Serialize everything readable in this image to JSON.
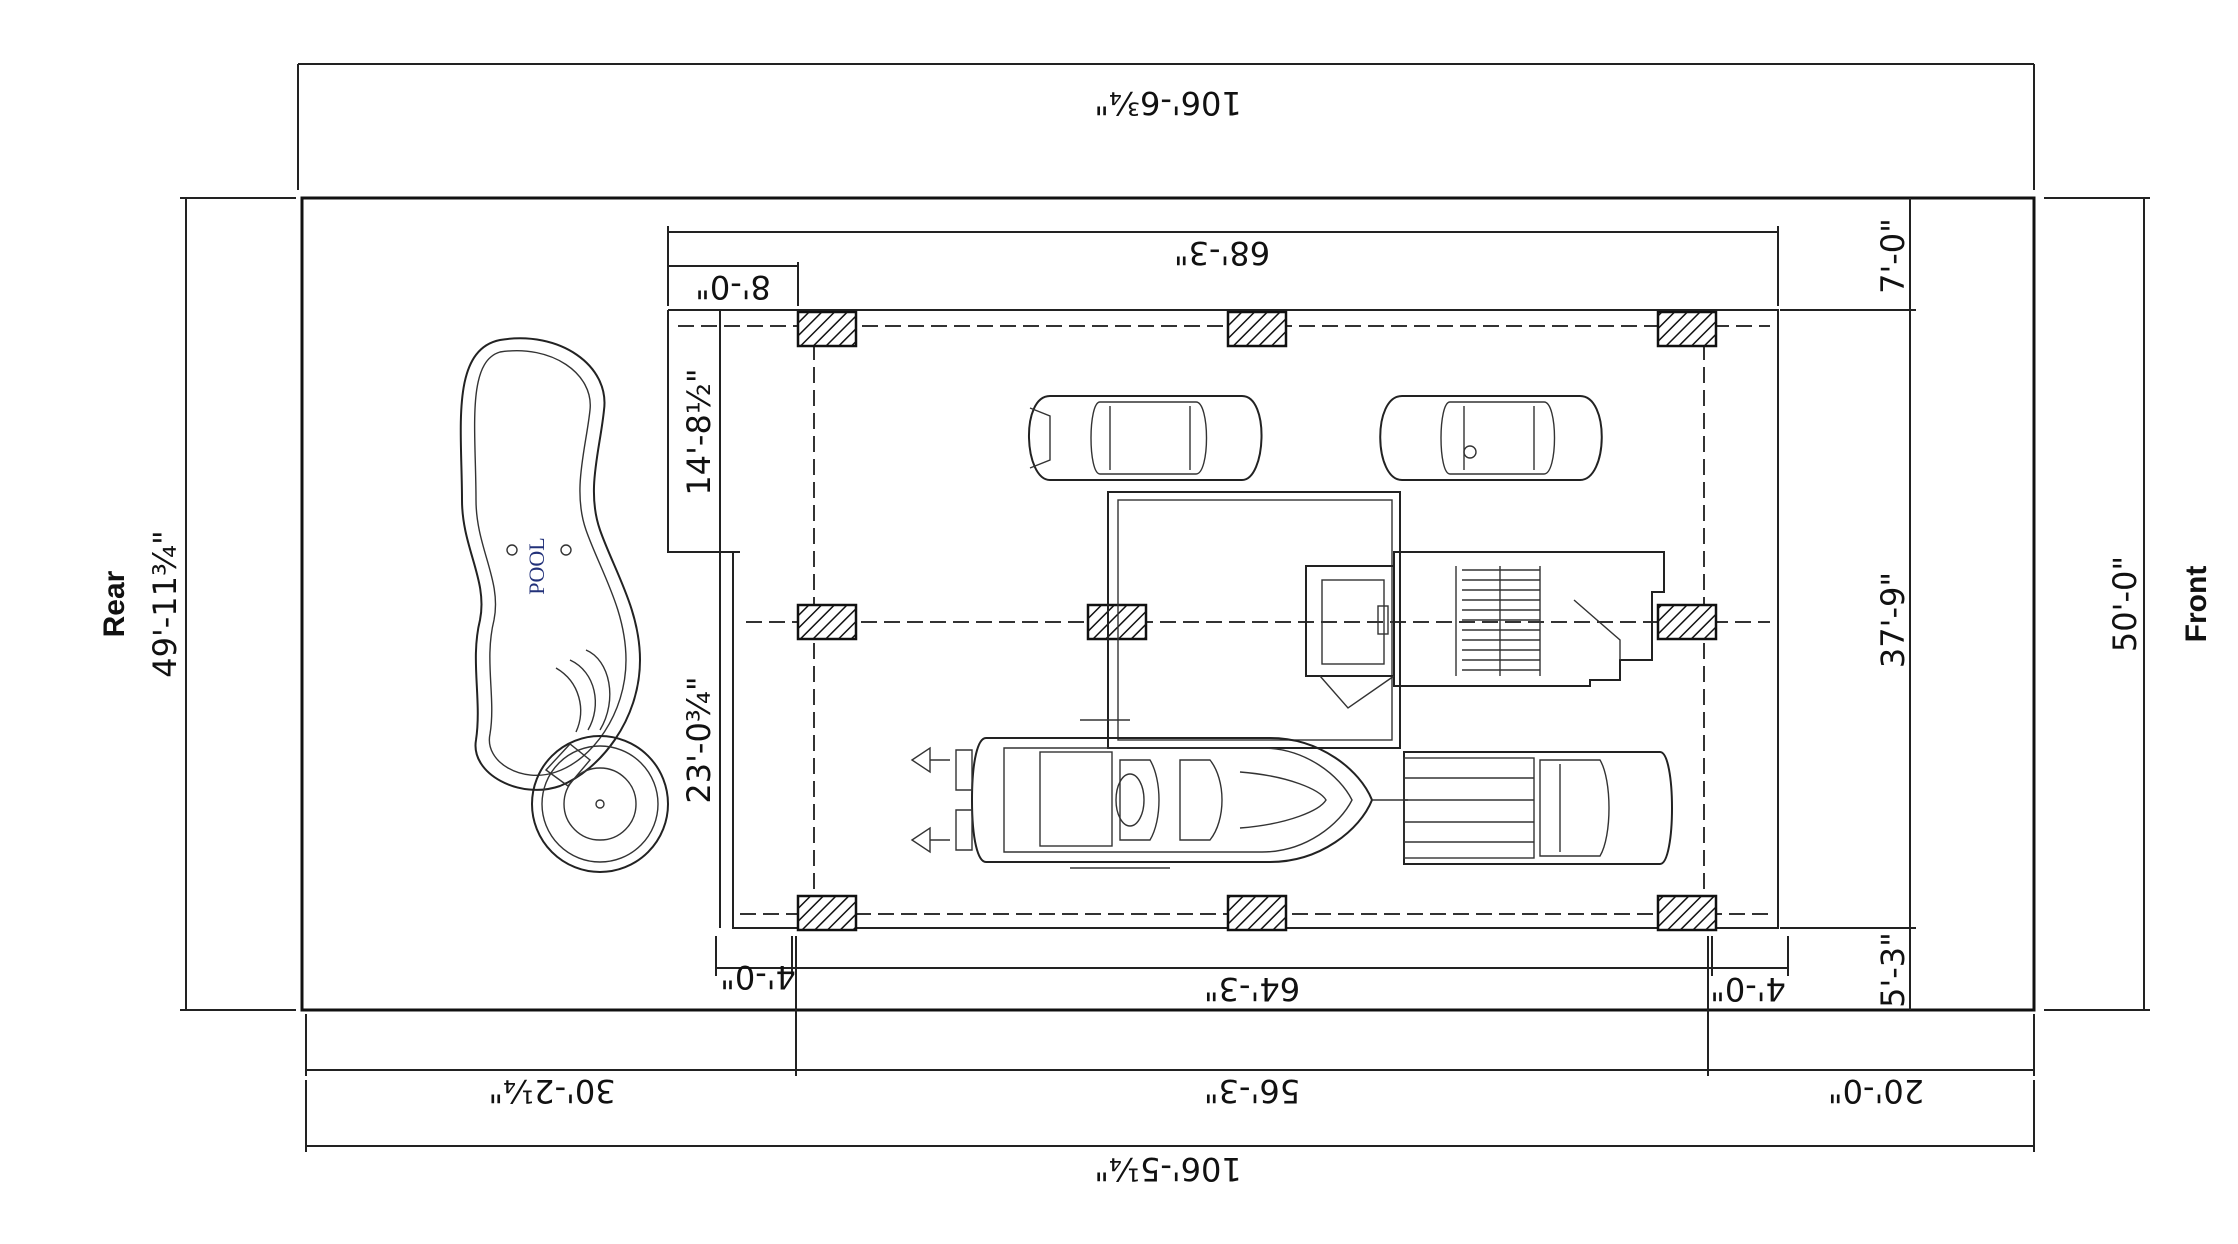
{
  "dimensions": {
    "top_overall": "106'-6¾\"",
    "top_building": "68'-3\"",
    "top_left_offset": "8'-0\"",
    "left_upper": "14'-8½\"",
    "left_lower": "23'-0¾\"",
    "rear_overall": "49'-11¾\"",
    "right_top": "7'-0\"",
    "right_middle": "37'-9\"",
    "right_bottom": "5'-3\"",
    "right_overall": "50'-0\"",
    "bottom_building": "64'-3\"",
    "bottom_left_offset": "4'-0\"",
    "bottom_right_offset": "4'-0\"",
    "bottom_rear_setback": "30'-2¼\"",
    "bottom_middle": "56'-3\"",
    "bottom_front_setback": "20'-0\"",
    "bottom_overall": "106'-5¼\""
  },
  "labels": {
    "rear": "Rear",
    "front": "Front",
    "pool": "POOL"
  }
}
